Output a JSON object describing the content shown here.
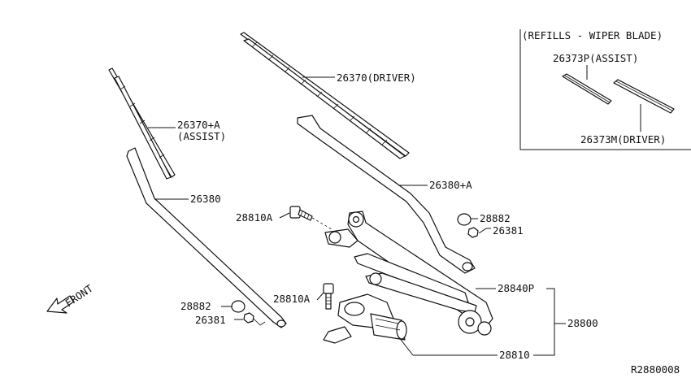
{
  "refills_box": {
    "title": "(REFILLS - WIPER BLADE)",
    "assist_label": "26373P(ASSIST)",
    "driver_label": "26373M(DRIVER)"
  },
  "labels": {
    "blade_driver": "26370(DRIVER)",
    "blade_assist_line1": "26370+A",
    "blade_assist_line2": "(ASSIST)",
    "arm_right": "26380+A",
    "arm_left": "26380",
    "bolt_upper": "28810A",
    "bolt_lower": "28810A",
    "cap_right": "28882",
    "nut_right": "26381",
    "cap_left": "28882",
    "nut_left": "26381",
    "linkage": "28840P",
    "assembly": "28800",
    "motor": "28810",
    "front": "FRONT"
  },
  "diagram_code": "R2880008",
  "colors": {
    "line": "#111111",
    "background": "#ffffff"
  }
}
